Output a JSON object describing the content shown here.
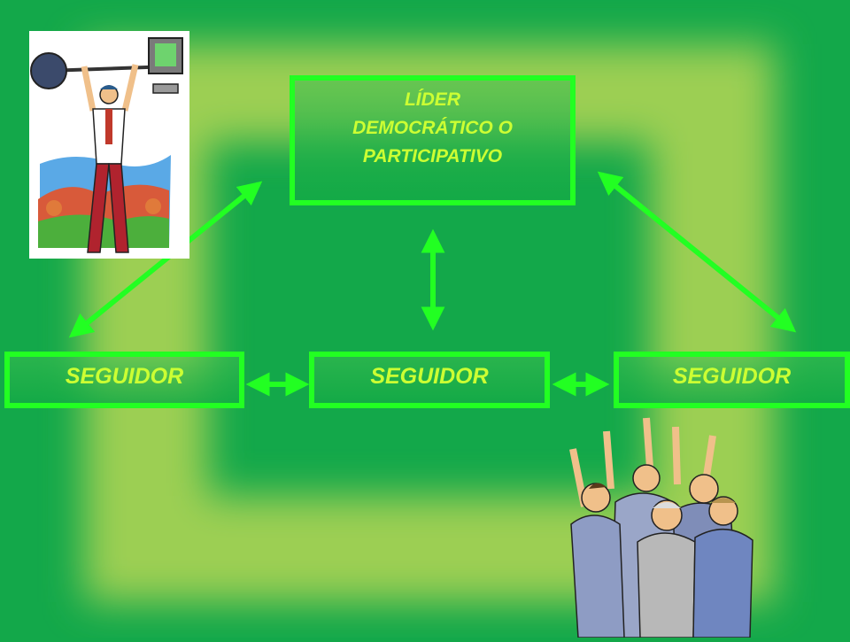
{
  "diagram": {
    "leader": {
      "label": "LÍDER\nDEMOCRÁTICO O\nPARTICIPATIVO"
    },
    "followers": [
      {
        "label": "SEGUIDOR"
      },
      {
        "label": "SEGUIDOR"
      },
      {
        "label": "SEGUIDOR"
      }
    ]
  },
  "colors": {
    "background": "#13a84a",
    "frame_light": "#9ccf52",
    "box_border": "#22ff22",
    "text": "#ccff33",
    "arrow": "#22ff22"
  },
  "clipart": {
    "left": "weightlifter-with-computer-clipart",
    "right": "crowd-raising-hands-clipart"
  }
}
